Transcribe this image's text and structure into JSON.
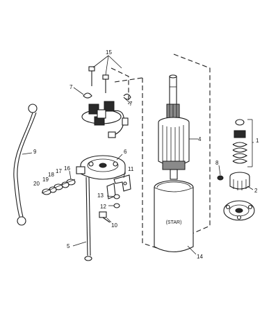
{
  "diagram": {
    "callouts": {
      "c1": "1",
      "c2": "2",
      "c4": "4",
      "c5": "5",
      "c6": "6",
      "c7a": "7",
      "c7b": "7",
      "c8": "8",
      "c9": "9",
      "c10": "10",
      "c11": "11",
      "c12": "12",
      "c13": "13",
      "c14": "14",
      "c15": "15",
      "c16": "16",
      "c17": "17",
      "c18": "18",
      "c19": "19",
      "c20": "20"
    },
    "housing_stamp": "(STAR)"
  }
}
